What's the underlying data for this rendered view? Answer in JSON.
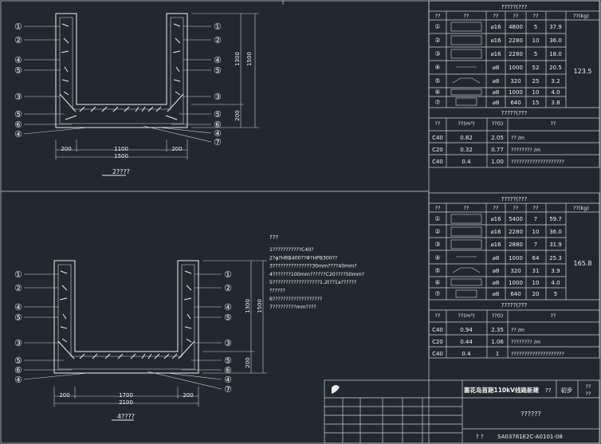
{
  "section1": {
    "title": "2????",
    "dims": {
      "total": "1500",
      "inner": "1100",
      "wall_left": "200",
      "wall_right": "200",
      "height": "1300",
      "height_total": "1500",
      "base": "200"
    },
    "callouts_left": [
      "①",
      "②",
      "④",
      "⑤",
      "③",
      "⑤",
      "⑥",
      "④"
    ],
    "callouts_right": [
      "①",
      "②",
      "④",
      "⑤",
      "③",
      "⑤",
      "⑥",
      "④",
      "⑦"
    ]
  },
  "section2": {
    "title": "4????",
    "dims": {
      "total": "2100",
      "inner": "1700",
      "wall_left": "200",
      "wall_right": "200",
      "height": "1300",
      "height_total": "1500",
      "base": "200"
    },
    "callouts_left": [
      "①",
      "②",
      "④",
      "⑤",
      "③",
      "⑤",
      "⑥",
      "④"
    ],
    "callouts_right": [
      "①",
      "②",
      "④",
      "⑤",
      "③",
      "⑤",
      "⑥",
      "④",
      "⑦"
    ]
  },
  "notes": {
    "title": "???",
    "lines": [
      "1???????????C40?",
      "2?φ?HRB400??Φ?HPB300??",
      "3???????????????30mm????40mm?",
      "4???????100mm??????C20????50mm?",
      "5??????????????????1.2t??1a??????",
      "??????",
      "6???????????????????",
      "7?????????mm????"
    ]
  },
  "table1": {
    "title": "?????(???",
    "headers": [
      "??",
      "??",
      "??",
      "??",
      "??",
      "??(kg)"
    ],
    "rows": [
      {
        "no": "①",
        "dia": "⌀16",
        "len": "4800",
        "cnt": "5",
        "wt": "37.9"
      },
      {
        "no": "②",
        "dia": "⌀16",
        "len": "2280",
        "cnt": "10",
        "wt": "36.0"
      },
      {
        "no": "③",
        "dia": "⌀16",
        "len": "2280",
        "cnt": "5",
        "wt": "18.0"
      },
      {
        "no": "④",
        "dia": "⌀8",
        "len": "1000",
        "cnt": "52",
        "wt": "20.5"
      },
      {
        "no": "⑤",
        "dia": "⌀8",
        "len": "320",
        "cnt": "25",
        "wt": "3.2"
      },
      {
        "no": "⑥",
        "dia": "⌀8",
        "len": "1000",
        "cnt": "10",
        "wt": "4.0"
      },
      {
        "no": "⑦",
        "dia": "⌀8",
        "len": "640",
        "cnt": "15",
        "wt": "3.8"
      }
    ],
    "total": "123.5",
    "sub_title": "?????(???",
    "sub_headers": [
      "??",
      "??(m³)",
      "??(t)",
      "??"
    ],
    "sub_rows": [
      {
        "grade": "C40",
        "vol": "0.82",
        "wt": "2.05",
        "note": "?? /m"
      },
      {
        "grade": "C20",
        "vol": "0.32",
        "wt": "0.77",
        "note": "???????? /m"
      },
      {
        "grade": "C40",
        "vol": "0.4",
        "wt": "1.00",
        "note": "????????????????????"
      }
    ]
  },
  "table2": {
    "title": "?????(???",
    "headers": [
      "??",
      "??",
      "??",
      "??",
      "??",
      "??(kg)"
    ],
    "rows": [
      {
        "no": "①",
        "dia": "⌀16",
        "len": "5400",
        "cnt": "7",
        "wt": "59.7"
      },
      {
        "no": "②",
        "dia": "⌀16",
        "len": "2280",
        "cnt": "10",
        "wt": "36.0"
      },
      {
        "no": "③",
        "dia": "⌀16",
        "len": "2880",
        "cnt": "7",
        "wt": "31.9"
      },
      {
        "no": "④",
        "dia": "⌀8",
        "len": "1000",
        "cnt": "64",
        "wt": "25.3"
      },
      {
        "no": "⑤",
        "dia": "⌀8",
        "len": "320",
        "cnt": "31",
        "wt": "3.9"
      },
      {
        "no": "⑥",
        "dia": "⌀8",
        "len": "1000",
        "cnt": "10",
        "wt": "4.0"
      },
      {
        "no": "⑦",
        "dia": "⌀8",
        "len": "640",
        "cnt": "20",
        "wt": "5"
      }
    ],
    "total": "165.8",
    "sub_title": "?????(???",
    "sub_headers": [
      "??",
      "??(m³)",
      "??(t)",
      "??"
    ],
    "sub_rows": [
      {
        "grade": "C40",
        "vol": "0.94",
        "wt": "2.35",
        "note": "?? /m"
      },
      {
        "grade": "C20",
        "vol": "0.44",
        "wt": "1.06",
        "note": "???????? /m"
      },
      {
        "grade": "C40",
        "vol": "0.4",
        "wt": "1",
        "note": "????????????????????"
      }
    ]
  },
  "titleblock": {
    "project": "塞花岛首期110kV线路新建",
    "proj_suffix": "??",
    "stage": "初步",
    "stage2": "??",
    "stage3": "??",
    "drawing_title": "??????",
    "left_label": "? ?",
    "drawing_no": "SA03781E2C-A0101-08"
  }
}
